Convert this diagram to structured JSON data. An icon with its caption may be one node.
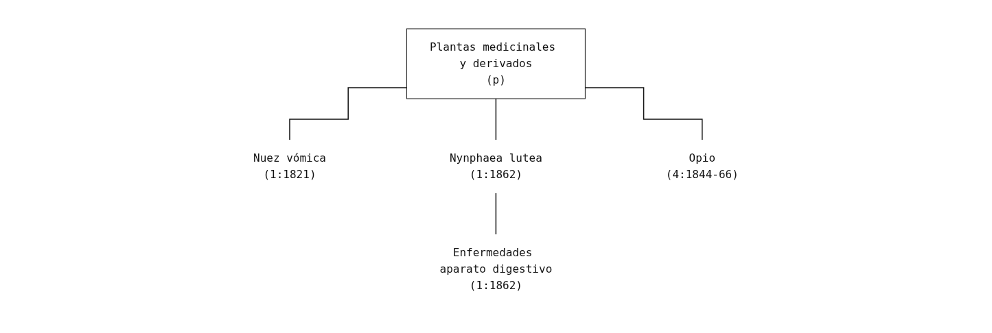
{
  "diagram": {
    "nodes": [
      {
        "text": [
          "Plantas medicinales y derivados",
          "(p)"
        ]
      },
      {
        "text": [
          "Nuez vómica",
          "(1:1821)"
        ]
      },
      {
        "text": [
          "Nynphaea lutea",
          "(1:1862)"
        ]
      },
      {
        "text": [
          "Opio",
          "(4:1844-66)"
        ]
      },
      {
        "text": [
          "Enfermedades aparato digestivo",
          "(1:1862)"
        ]
      }
    ],
    "edges": [
      {
        "from": 0,
        "to": 1,
        "arrow": "none"
      },
      {
        "from": 0,
        "to": 2,
        "arrow": "none"
      },
      {
        "from": 0,
        "to": 3,
        "arrow": "none"
      },
      {
        "from": 2,
        "to": 4,
        "arrow": "none"
      }
    ]
  }
}
